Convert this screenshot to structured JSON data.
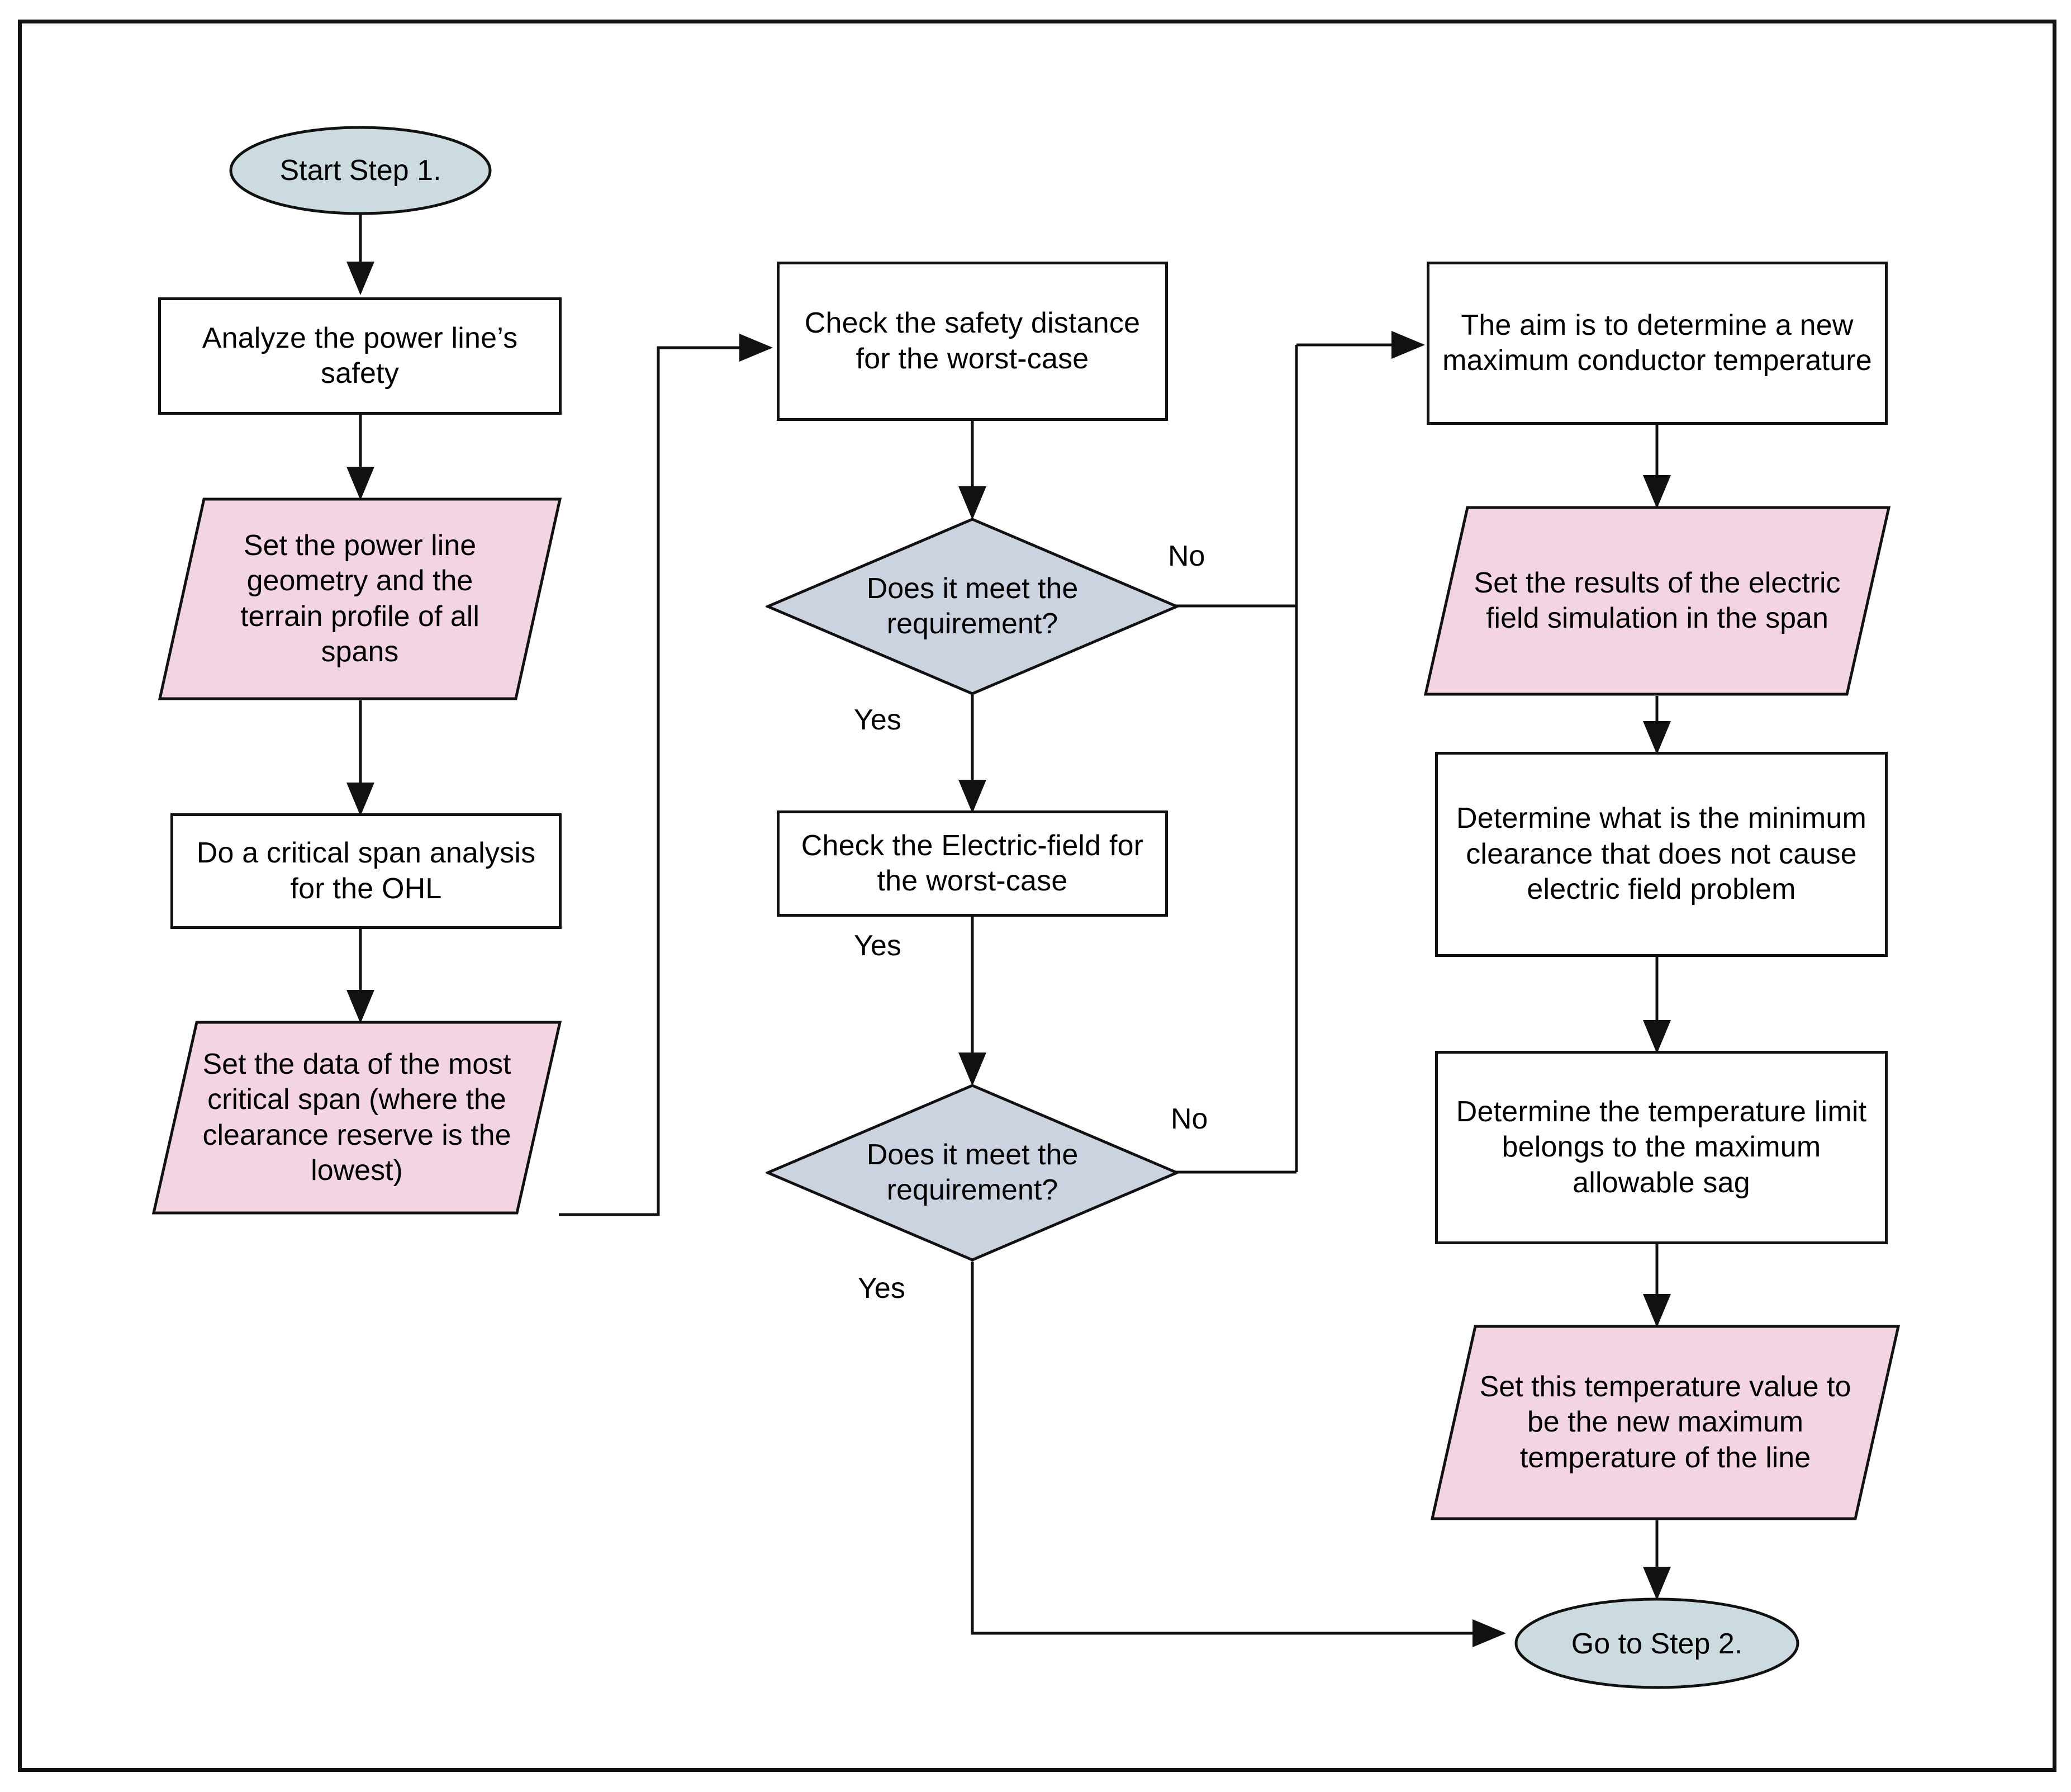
{
  "diagram": {
    "title": "Step 1 power line safety analysis flowchart",
    "colors": {
      "terminator_fill": "#ccdbe0",
      "io_fill": "#f2d4e2",
      "decision_fill": "#ccd3e0",
      "process_fill": "#ffffff",
      "stroke": "#111111",
      "text": "#000000",
      "background": "#ffffff"
    },
    "nodes": {
      "start": {
        "shape": "terminator",
        "label": "Start Step 1."
      },
      "analyze": {
        "shape": "process",
        "label": "Analyze the power line’s safety"
      },
      "set_geometry": {
        "shape": "io",
        "label": "Set the power line geometry and the terrain profile of all spans"
      },
      "critical_span": {
        "shape": "process",
        "label": "Do a critical span analysis for the OHL"
      },
      "set_critical_data": {
        "shape": "io",
        "label": "Set the data of the most critical span (where the clearance reserve is the lowest)"
      },
      "check_safety_distance": {
        "shape": "process",
        "label": "Check the safety distance for the worst-case"
      },
      "decision_1": {
        "shape": "decision",
        "label": "Does it meet the requirement?"
      },
      "check_electric_field": {
        "shape": "process",
        "label": "Check the Electric-field for the worst-case"
      },
      "decision_2": {
        "shape": "decision",
        "label": "Does it meet the requirement?"
      },
      "aim": {
        "shape": "process",
        "label": "The aim is to determine a new maximum conductor temperature"
      },
      "set_efield_results": {
        "shape": "io",
        "label": "Set the results of the electric field simulation in the span"
      },
      "determine_clearance": {
        "shape": "process",
        "label": "Determine what is the minimum clearance that does not cause electric field problem"
      },
      "determine_temp_limit": {
        "shape": "process",
        "label": "Determine the temperature limit belongs to the maximum allowable sag"
      },
      "set_new_max_temp": {
        "shape": "io",
        "label": "Set this temperature value to be the new maximum temperature of the line"
      },
      "end": {
        "shape": "terminator",
        "label": "Go to Step 2."
      }
    },
    "edge_labels": {
      "d1_no": "No",
      "d1_yes": "Yes",
      "efield_yes": "Yes",
      "d2_no": "No",
      "d2_yes": "Yes"
    }
  }
}
